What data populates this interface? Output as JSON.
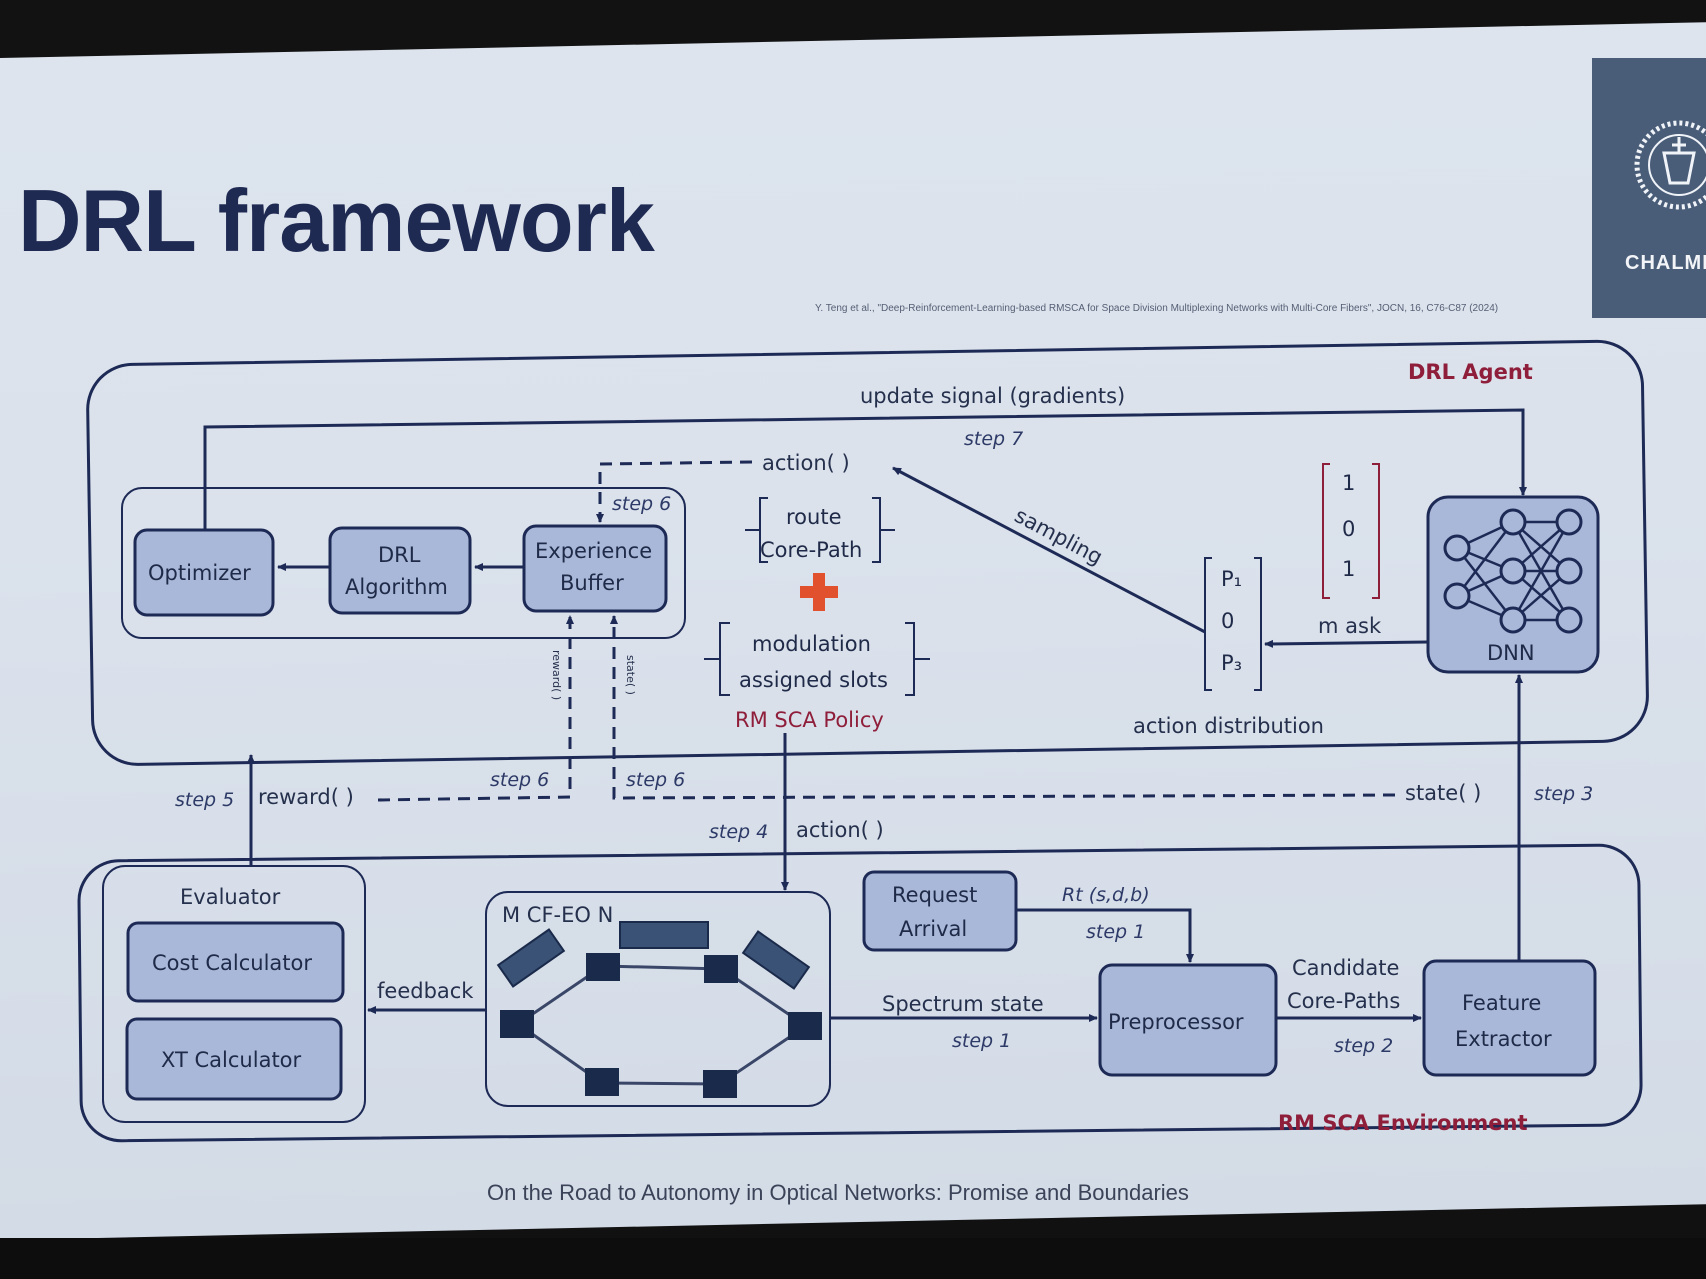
{
  "slide": {
    "title": "DRL framework",
    "citation": "Y. Teng et al., \"Deep-Reinforcement-Learning-based RMSCA for Space Division Multiplexing Networks with Multi-Core Fibers\", JOCN, 16, C76-C87 (2024)",
    "footer": "On the Road to Autonomy in Optical Networks: Promise and Boundaries",
    "logo": "CHALMERS"
  },
  "agent": {
    "title": "DRL Agent",
    "update_signal": "update signal (gradients)",
    "optimizer": "Optimizer",
    "drl_algorithm": [
      "DRL",
      "Algorithm"
    ],
    "experience_buffer": [
      "Experience",
      "Buffer"
    ],
    "action_label": "action(   )",
    "route_lines": [
      "route",
      "Core-Path"
    ],
    "modulation_lines": [
      "modulation",
      "assigned slots"
    ],
    "policy_label": "RM SCA Policy",
    "sampling": "sampling",
    "mask_values": [
      "1",
      "0",
      "1"
    ],
    "mask_label": "m ask",
    "dist_values": [
      "P₁",
      "0",
      "P₃"
    ],
    "dist_label": "action distribution",
    "dnn": "DNN",
    "reward_vertical": "reward(   )",
    "state_vertical": "state(   )"
  },
  "connections": {
    "step5": "step 5",
    "reward": "reward(   )",
    "step6_a": "step 6",
    "step6_b": "step 6",
    "step6_top": "step 6",
    "step7": "step 7",
    "state": "state(   )",
    "step3": "step 3",
    "step4": "step 4",
    "action": "action(   )"
  },
  "env": {
    "title": "RM SCA Environment",
    "evaluator": "Evaluator",
    "cost_calc": "Cost Calculator",
    "xt_calc": "XT Calculator",
    "feedback": "feedback",
    "network": "M CF-EO N",
    "request": [
      "Request",
      "Arrival"
    ],
    "rt": "Rt (s,d,b)",
    "step1_a": "step 1",
    "spectrum": "Spectrum state",
    "step1_b": "step 1",
    "preprocessor": "Preprocessor",
    "candidate": [
      "Candidate",
      "Core-Paths"
    ],
    "step2": "step 2",
    "feature": [
      "Feature",
      "Extractor"
    ]
  },
  "colors": {
    "box_fill": "#a9b8d8",
    "line": "#1e2a56",
    "accent_red": "#8f1e3a",
    "plus": "#e2512e"
  }
}
